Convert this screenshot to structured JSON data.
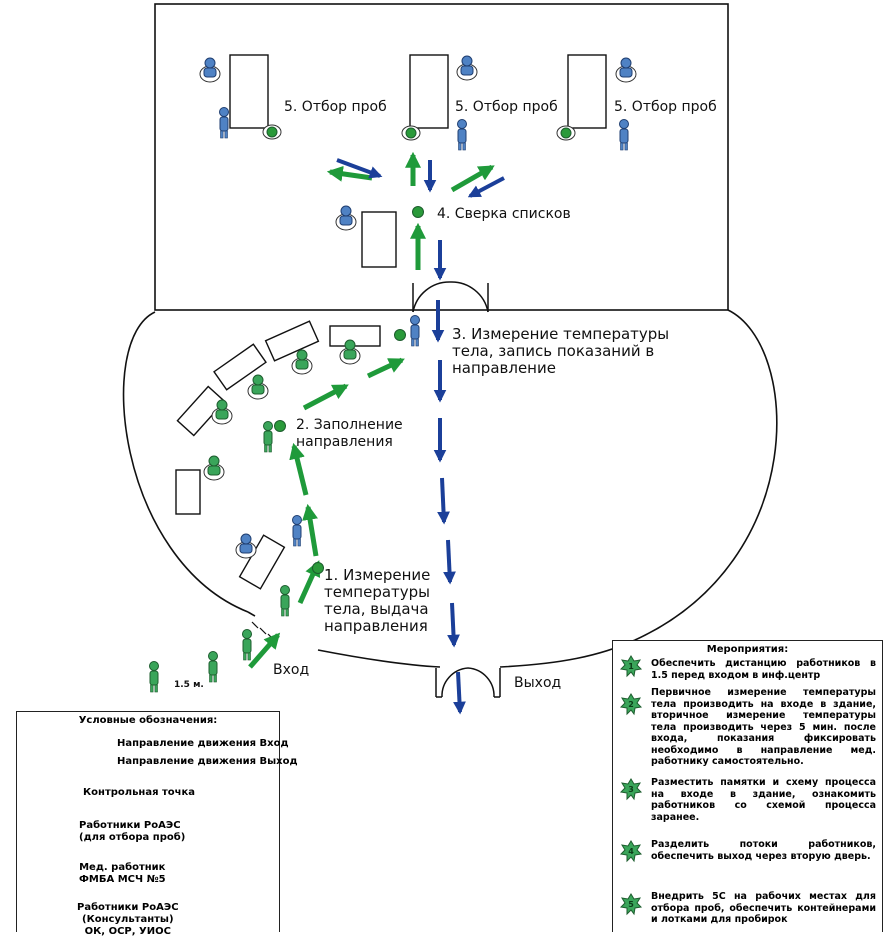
{
  "labels": {
    "step5_a": "5. Отбор проб",
    "step5_b": "5. Отбор проб",
    "step5_c": "5. Отбор проб",
    "step4": "4. Сверка списков",
    "step3": [
      "3.  Измерение  температуры",
      "тела,  запись  показаний  в",
      "направление"
    ],
    "step2": [
      "2. Заполнение",
      "направления"
    ],
    "step1": [
      "1. Измерение",
      "температуры",
      "тела, выдача",
      "направления"
    ],
    "entrance": "Вход",
    "exit": "Выход",
    "distance": "1.5 м."
  },
  "legend": {
    "title": "Условные обозначения:",
    "items": [
      "Направление движения Вход",
      "Направление движения Выход",
      "Контрольная точка",
      [
        "Работники РоАЭС",
        "(для отбора проб)"
      ],
      [
        "Мед. работник",
        "ФМБА МСЧ №5"
      ],
      [
        "Работники РоАЭС",
        "(Консультанты)",
        "ОК, ОСР, УИОС"
      ]
    ]
  },
  "measures": {
    "title": "Мероприятия:",
    "items": [
      "Обеспечить дистанцию работников в 1.5 перед входом в инф.центр",
      "Первичное измерение температуры тела производить на входе в здание, вторичное измерение температуры тела производить через 5 мин. после входа, показания фиксировать необходимо в направление мед. работнику самостоятельно.",
      "Разместить памятки и схему процесса на входе в здание, ознакомить работников со схемой процесса заранее.",
      "Разделить потоки работников, обеспечить выход через вторую дверь.",
      "Внедрить 5С на рабочих местах для отбора проб, обеспечить контейнерами и лотками для пробирок"
    ],
    "badges": [
      "1",
      "2",
      "3",
      "4",
      "5"
    ]
  },
  "colors": {
    "entry_arrow": "#1f9a3a",
    "exit_arrow": "#1b3f99",
    "checkpoint": "#2a9a3a",
    "worker_green": "#3aa55a",
    "worker_blue": "#4f82c4",
    "outline": "#111111"
  }
}
